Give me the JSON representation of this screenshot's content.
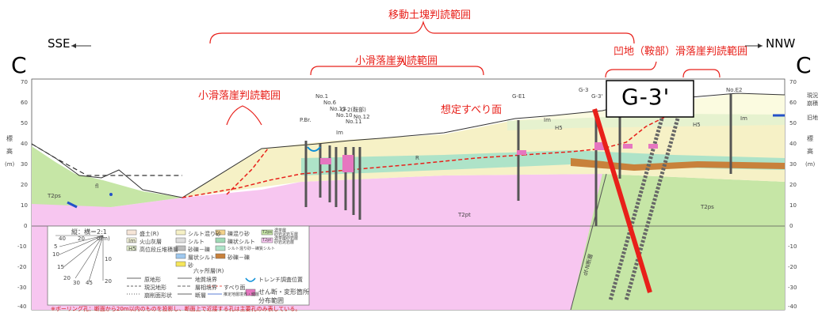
{
  "direction": {
    "left": "SSE",
    "right": "NNW",
    "left_letter": "C",
    "right_letter": "C"
  },
  "range_labels": {
    "top": "移動土塊判読範囲",
    "small_center": "小滑落崖判読範囲",
    "small_left": "小滑落崖判読範囲",
    "depression": "凹地（鞍部）滑落崖判読範囲",
    "slip_surface": "想定すべり面"
  },
  "boreholes": [
    "P.Br.",
    "No.1",
    "No.6",
    "No.13",
    "No.10",
    "G-2(鞍部)",
    "No.11",
    "No.12",
    "G-E1",
    "G-3",
    "G-3'",
    "No.E2"
  ],
  "highlight_label": "G-3'",
  "axis": {
    "left_ticks": [
      "70",
      "60",
      "50",
      "40",
      "30",
      "20",
      "10",
      "0",
      "-10",
      "-20",
      "-30",
      "-40"
    ],
    "right_ticks": [
      "70",
      "60",
      "50",
      "40",
      "30",
      "20",
      "10",
      "0",
      "-10",
      "-20",
      "-30",
      "-40"
    ],
    "left_title_chars": [
      "標",
      "高",
      "(m)"
    ],
    "right_title_chars": [
      "標",
      "高",
      "(m)"
    ],
    "right_side_notes": [
      "現況",
      "崩積",
      "旧地"
    ]
  },
  "units": {
    "T2ps": "T2ps",
    "T2pt_center": "T2pt",
    "T2ps_right": "T2ps",
    "fl": "fl",
    "Im_1": "Im",
    "Im_2": "Im",
    "Im_3": "Im",
    "H5_1": "H5",
    "H5_2": "H5",
    "R": "R"
  },
  "legend": {
    "scale_title": "縦：横＝2:1",
    "scale_ticks": [
      "40",
      "20",
      "0(m)",
      "5",
      "10",
      "15",
      "20",
      "30",
      "45",
      "10",
      "20"
    ],
    "items_col1": [
      "盛土(R)",
      "火山灰層",
      "高位段丘堆積層"
    ],
    "codes_col1": [
      "",
      "Im",
      "H5"
    ],
    "items_col2": [
      "シルト混り砂",
      "シルト",
      "砂礫－礫",
      "層状シルト",
      "砂"
    ],
    "items_col3": [
      "礫混り砂",
      "礫状シルト",
      "シルト混り砂－礫質シルト",
      "砂礫－礫"
    ],
    "items_col4_codes": [
      "T2ps",
      "T2pt"
    ],
    "items_col4": [
      "濃茶層",
      "濃茶層砂岩層"
    ],
    "items_col4b": [
      "砂岩泥岩互層",
      "砂岩泥岩層"
    ],
    "lines_col1": [
      "原地形",
      "現況地形",
      "崩削面形状"
    ],
    "lines_col2_title": "六ヶ所層(R)",
    "lines_col2": [
      "地質境界",
      "層相境界",
      "断層"
    ],
    "lines_col3": [
      "すべり面",
      "推定地層境界・鍵層"
    ],
    "symbols": [
      "トレンチ調査位置",
      "せん断・変形箇所",
      "分布範囲"
    ],
    "footnote": "※ボーリング孔：断面から20m以内のものを投影し、断面上で近接する孔は主要孔のみ表している。"
  },
  "fault_label": "df-N断層",
  "colors": {
    "accent_red": "#e8201a",
    "pink": "#f7c6f0",
    "green": "#c6e6a6",
    "cream": "#f6f1c6",
    "teal": "#aee3c8",
    "blue": "#2452c8"
  }
}
